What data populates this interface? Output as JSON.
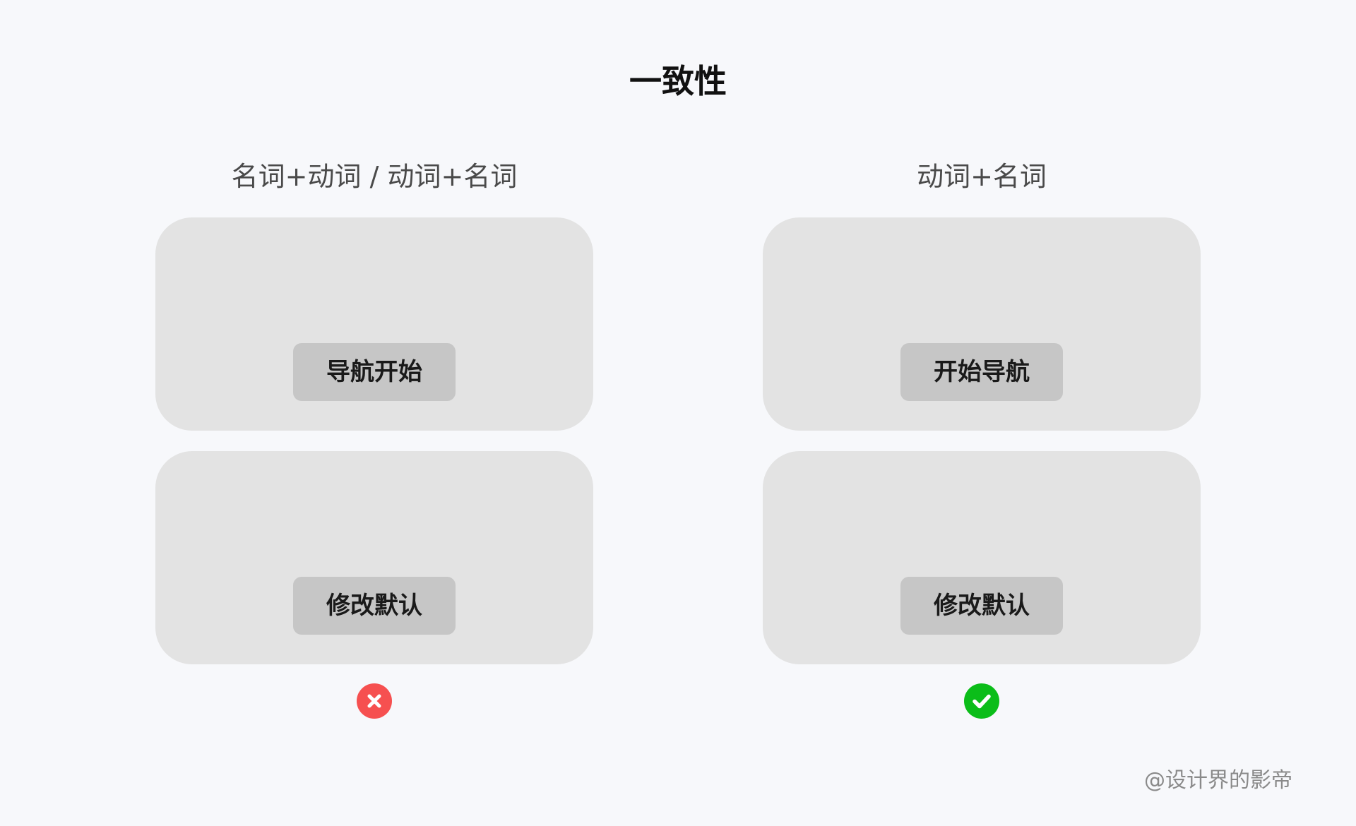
{
  "title": "一致性",
  "left_column": {
    "heading": "名词+动词 / 动词+名词",
    "cards": [
      {
        "button_label": "导航开始"
      },
      {
        "button_label": "修改默认"
      }
    ],
    "status_icon": "close-icon",
    "status_color": "#f65050"
  },
  "right_column": {
    "heading": "动词+名词",
    "cards": [
      {
        "button_label": "开始导航"
      },
      {
        "button_label": "修改默认"
      }
    ],
    "status_icon": "check-icon",
    "status_color": "#0bbd19"
  },
  "watermark": "@设计界的影帝",
  "colors": {
    "background": "#f7f8fb",
    "card": "#e3e3e3",
    "button": "#c6c6c6"
  }
}
